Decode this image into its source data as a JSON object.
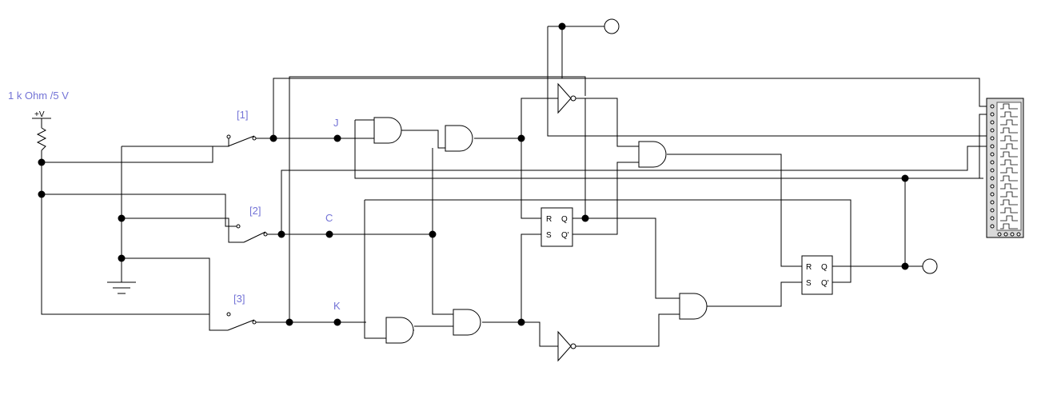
{
  "source": {
    "label": "1 k Ohm /5 V",
    "vcc": "+V"
  },
  "switches": [
    {
      "label": "[1]"
    },
    {
      "label": "[2]"
    },
    {
      "label": "[3]"
    }
  ],
  "nets": {
    "j": "J",
    "c": "C",
    "k": "K"
  },
  "flipflops": [
    {
      "pin_r": "R",
      "pin_s": "S",
      "pin_q": "Q",
      "pin_qn": "Q'"
    },
    {
      "pin_r": "R",
      "pin_s": "S",
      "pin_q": "Q",
      "pin_qn": "Q'"
    }
  ],
  "colors": {
    "label": "#7373d6",
    "wire": "#000000",
    "analyzer_bg": "#d9d9d9"
  }
}
